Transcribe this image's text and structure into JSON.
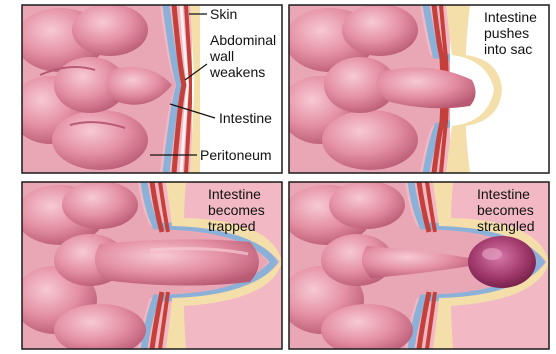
{
  "panels": [
    {
      "id": "p1",
      "labels": [
        "Skin",
        "Abdominal",
        "wall",
        "weakens",
        "Intestine",
        "Peritoneum"
      ]
    },
    {
      "id": "p2",
      "caption": [
        "Intestine",
        "pushes",
        "into sac"
      ]
    },
    {
      "id": "p3",
      "caption": [
        "Intestine",
        "becomes",
        "trapped"
      ]
    },
    {
      "id": "p4",
      "caption": [
        "Intestine",
        "becomes",
        "strangled"
      ]
    }
  ],
  "colors": {
    "intestine": "#e48fa3",
    "intestine_dark": "#b95a74",
    "intestine_light": "#f6c2cf",
    "wall_pink": "#f2b9c4",
    "peritoneum_blue": "#8cb1d9",
    "muscle_red": "#c5403b",
    "fat_yellow": "#f4dfaa",
    "skin": "#f6e7cf",
    "strangled": "#8e2c5a",
    "border": "#1a1a1a"
  }
}
